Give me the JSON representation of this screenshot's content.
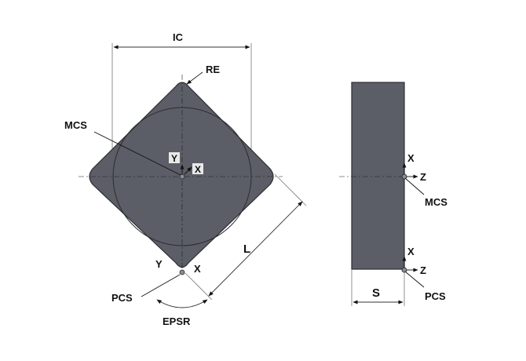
{
  "labels": {
    "ic": "IC",
    "re": "RE",
    "mcs": "MCS",
    "pcs": "PCS",
    "l": "L",
    "s": "S",
    "epsr": "EPSR",
    "x": "X",
    "y": "Y",
    "z": "Z"
  },
  "colors": {
    "insert_fill": "#5b5e66",
    "outline": "#2c2e33",
    "text": "#111111",
    "background": "#ffffff"
  }
}
